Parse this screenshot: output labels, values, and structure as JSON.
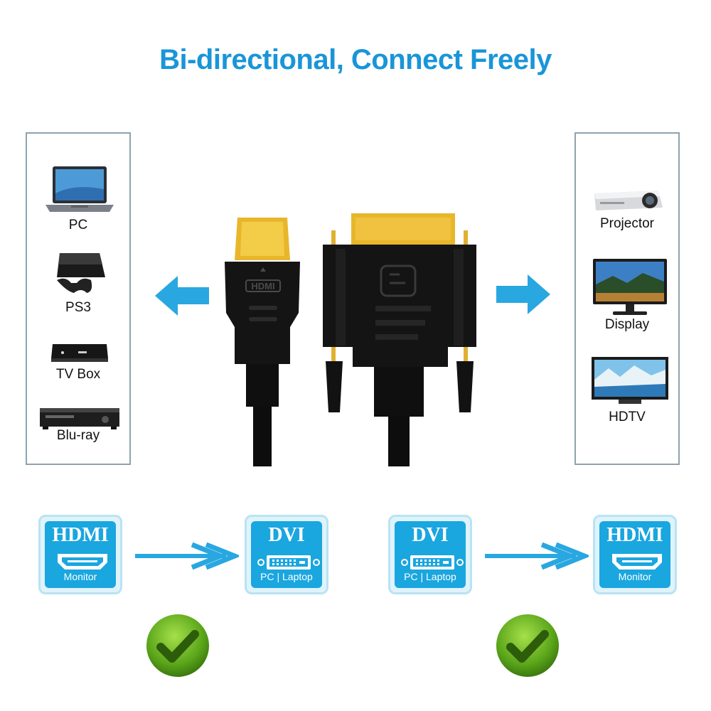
{
  "title": "Bi-directional, Connect Freely",
  "colors": {
    "accent": "#1a95d8",
    "tile": "#1aa6df",
    "panel_border": "#8ea3ad",
    "check": "#5aa51a",
    "gold": "#e8b62a",
    "cable": "#111111"
  },
  "left_devices": [
    {
      "label": "PC",
      "icon": "laptop-icon"
    },
    {
      "label": "PS3",
      "icon": "game-console-icon"
    },
    {
      "label": "TV Box",
      "icon": "tv-box-icon"
    },
    {
      "label": "Blu-ray",
      "icon": "bluray-player-icon"
    }
  ],
  "right_devices": [
    {
      "label": "Projector",
      "icon": "projector-icon"
    },
    {
      "label": "Display",
      "icon": "monitor-icon"
    },
    {
      "label": "HDTV",
      "icon": "hdtv-icon"
    }
  ],
  "connectors": {
    "hdmi_logo": "HDMI"
  },
  "conversions": [
    {
      "from": {
        "name": "HDMI",
        "sub": "Monitor"
      },
      "to": {
        "name": "DVI",
        "sub": "PC | Laptop"
      }
    },
    {
      "from": {
        "name": "DVI",
        "sub": "PC | Laptop"
      },
      "to": {
        "name": "HDMI",
        "sub": "Monitor"
      }
    }
  ]
}
